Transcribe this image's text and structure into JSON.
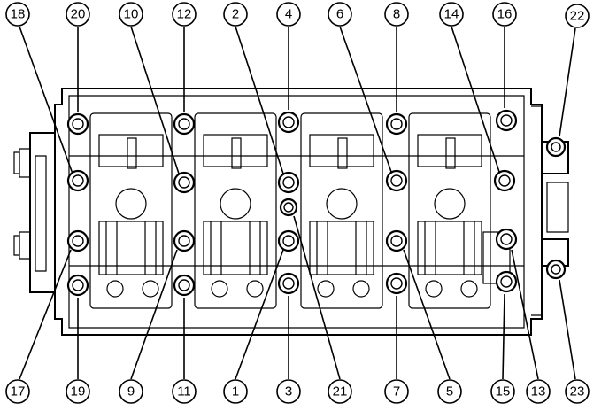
{
  "figure": {
    "colors": {
      "line": "#000000",
      "background": "#ffffff"
    },
    "callouts": [
      {
        "label": "18"
      },
      {
        "label": "20"
      },
      {
        "label": "10"
      },
      {
        "label": "12"
      },
      {
        "label": "2"
      },
      {
        "label": "4"
      },
      {
        "label": "6"
      },
      {
        "label": "8"
      },
      {
        "label": "14"
      },
      {
        "label": "16"
      },
      {
        "label": "22"
      },
      {
        "label": "17"
      },
      {
        "label": "19"
      },
      {
        "label": "9"
      },
      {
        "label": "11"
      },
      {
        "label": "1"
      },
      {
        "label": "3"
      },
      {
        "label": "21"
      },
      {
        "label": "7"
      },
      {
        "label": "5"
      },
      {
        "label": "15"
      },
      {
        "label": "13"
      },
      {
        "label": "23"
      }
    ]
  }
}
